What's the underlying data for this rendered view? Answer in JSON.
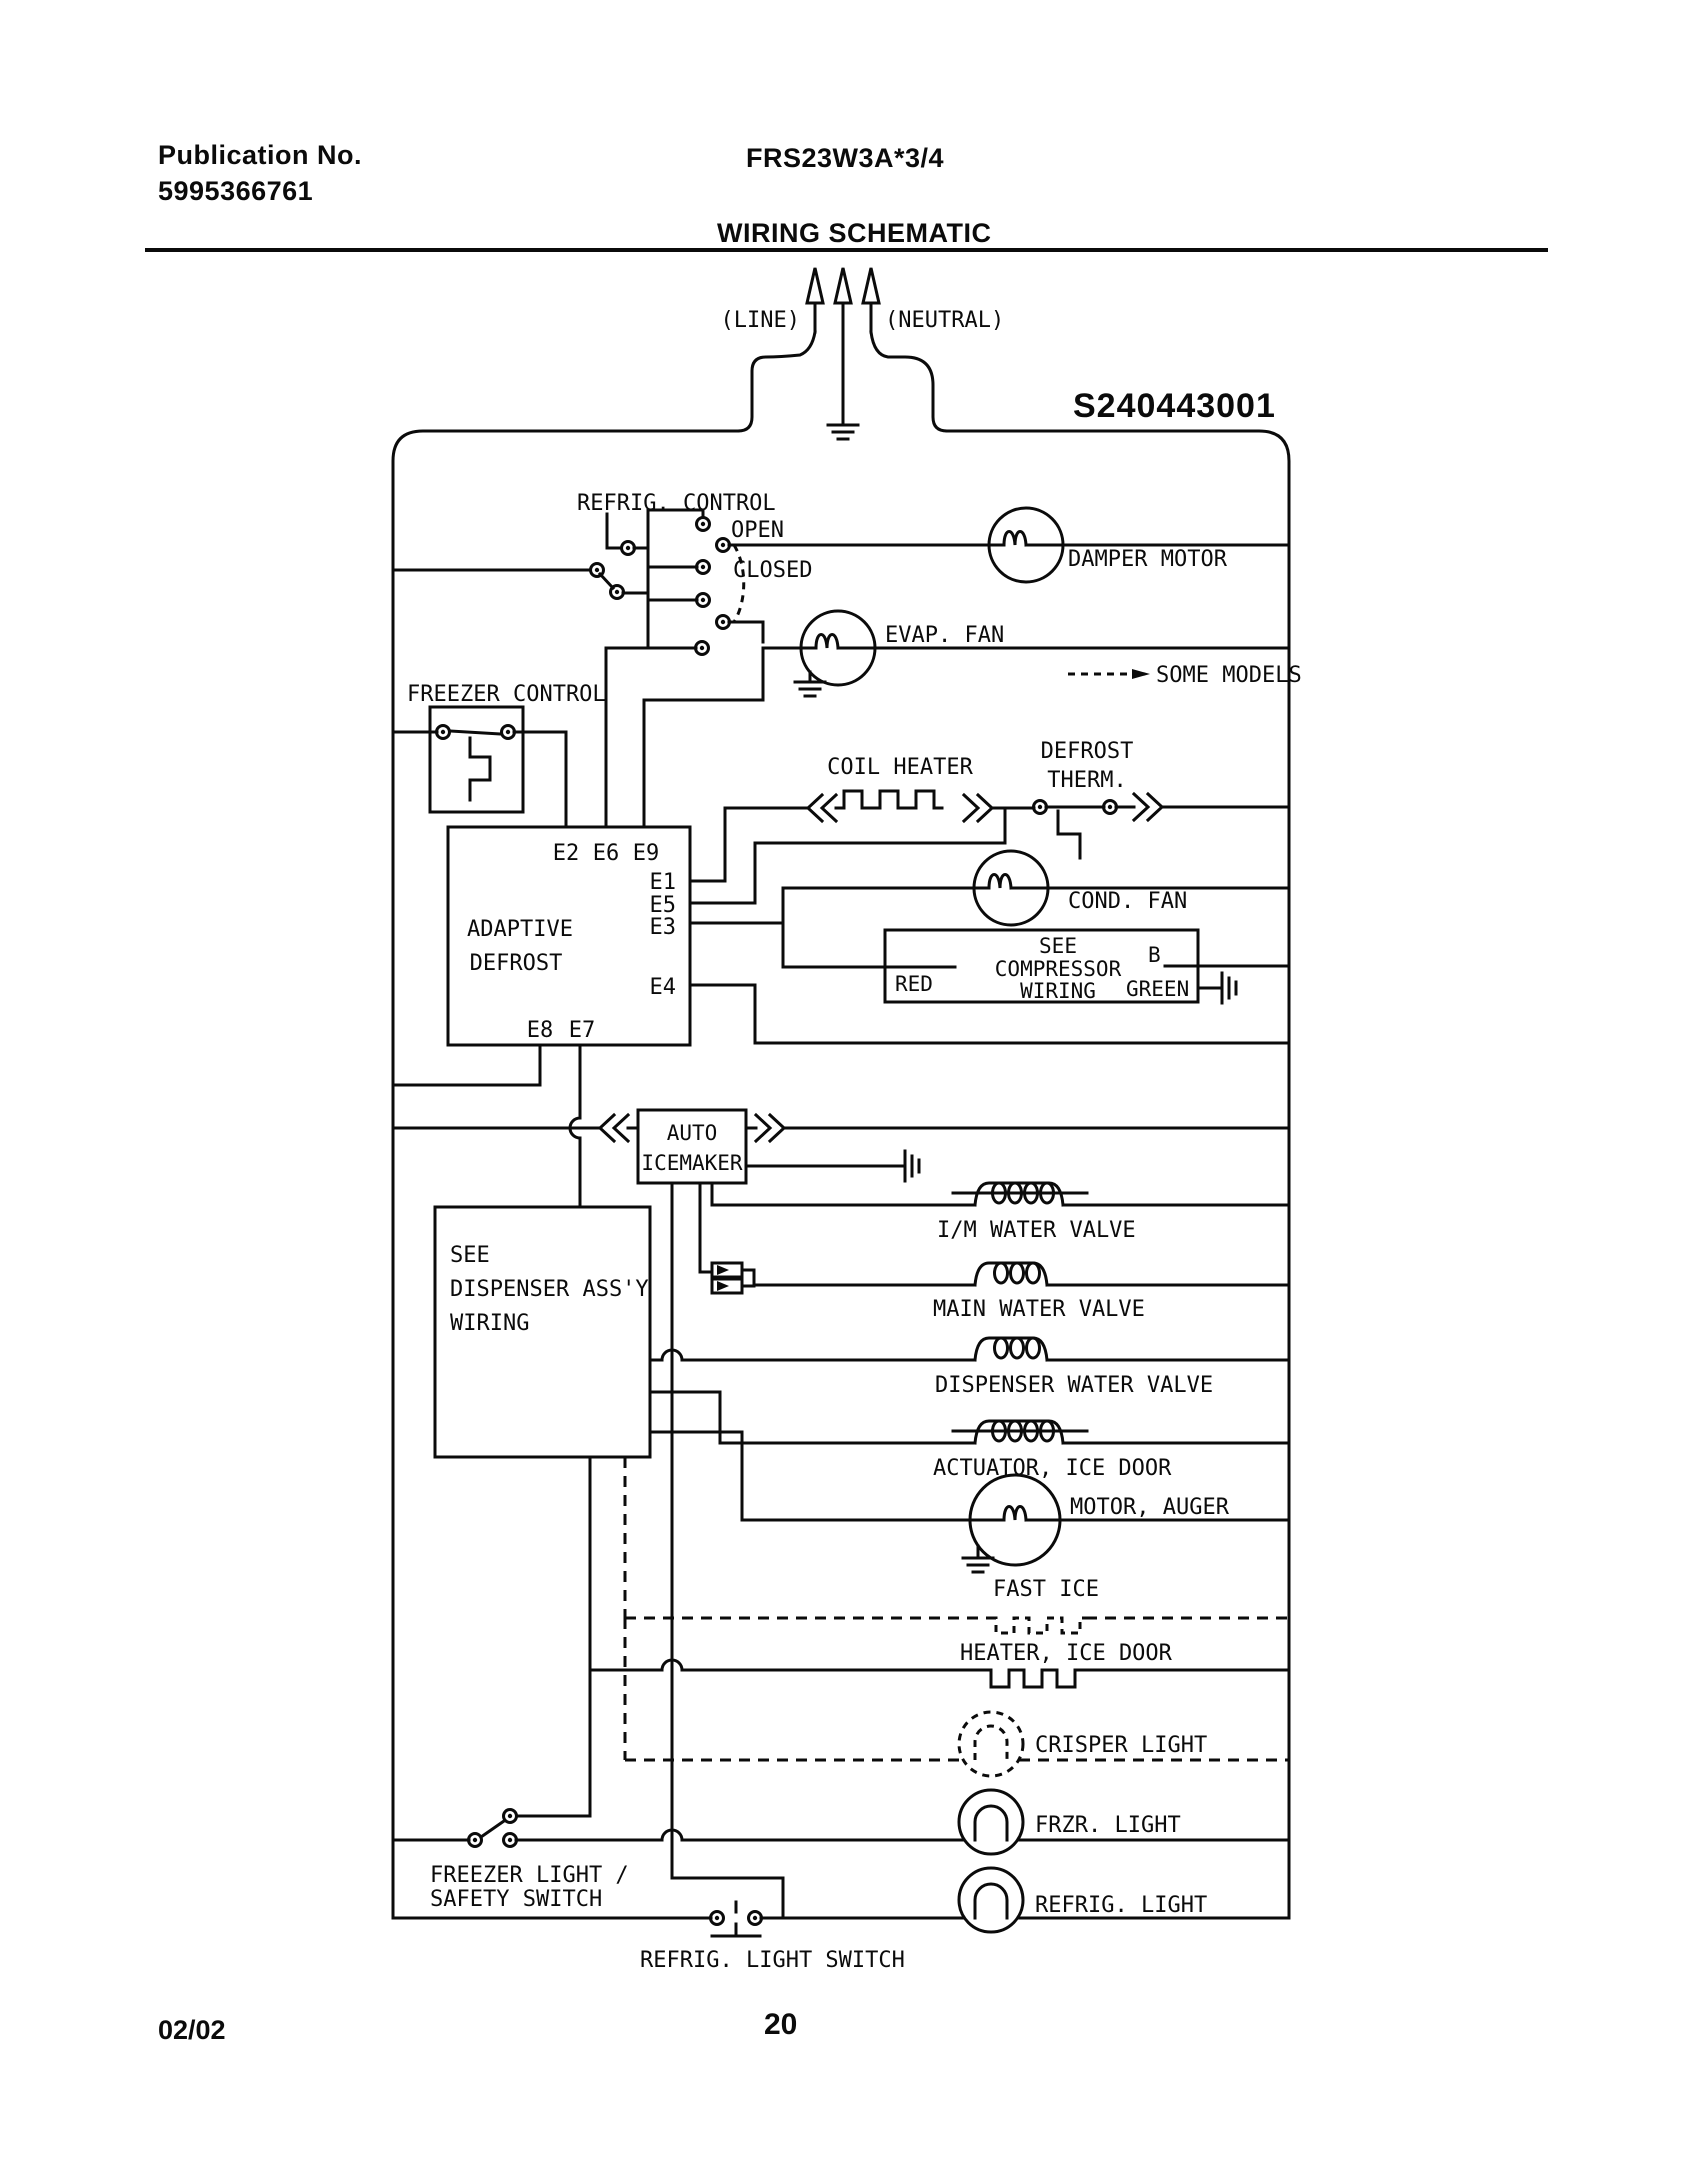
{
  "page": {
    "publication_label": "Publication No.",
    "publication_number": "5995366761",
    "model": "FRS23W3A*3/4",
    "title": "WIRING SCHEMATIC",
    "part_number": "S240443001",
    "footer_date": "02/02",
    "footer_page": "20"
  },
  "power": {
    "line_label": "(LINE)",
    "neutral_label": "(NEUTRAL)"
  },
  "legend": {
    "some_models": "SOME MODELS"
  },
  "controls": {
    "refrig_control": "REFRIG. CONTROL",
    "open": "OPEN",
    "closed": "CLOSED",
    "freezer_control": "FREEZER CONTROL"
  },
  "motors": {
    "damper": "DAMPER MOTOR",
    "evap_fan": "EVAP. FAN",
    "cond_fan": "COND. FAN",
    "auger": "MOTOR, AUGER"
  },
  "defrost": {
    "adaptive_line1": "ADAPTIVE",
    "adaptive_line2": "DEFROST",
    "coil_heater": "COIL HEATER",
    "therm_line1": "DEFROST",
    "therm_line2": "THERM."
  },
  "terminals": {
    "e2": "E2",
    "e6": "E6",
    "e9": "E9",
    "e1": "E1",
    "e5": "E5",
    "e3": "E3",
    "e4": "E4",
    "e8": "E8",
    "e7": "E7"
  },
  "compressor": {
    "line1": "SEE",
    "line2": "COMPRESSOR",
    "line3": "WIRING",
    "red": "RED",
    "b": "B",
    "green": "GREEN"
  },
  "icemaker": {
    "line1": "AUTO",
    "line2": "ICEMAKER"
  },
  "dispenser_box": {
    "line1": "SEE",
    "line2": "DISPENSER ASS'Y",
    "line3": "WIRING"
  },
  "valves": {
    "im": "I/M WATER VALVE",
    "main": "MAIN WATER VALVE",
    "dispenser": "DISPENSER WATER VALVE",
    "actuator": "ACTUATOR, ICE DOOR"
  },
  "misc": {
    "fast_ice": "FAST ICE",
    "heater_ice_door": "HEATER, ICE DOOR"
  },
  "lights": {
    "crisper": "CRISPER LIGHT",
    "frzr": "FRZR. LIGHT",
    "refrig": "REFRIG. LIGHT",
    "safety_line1": "FREEZER LIGHT /",
    "safety_line2": "SAFETY SWITCH",
    "refrig_switch": "REFRIG. LIGHT SWITCH"
  }
}
